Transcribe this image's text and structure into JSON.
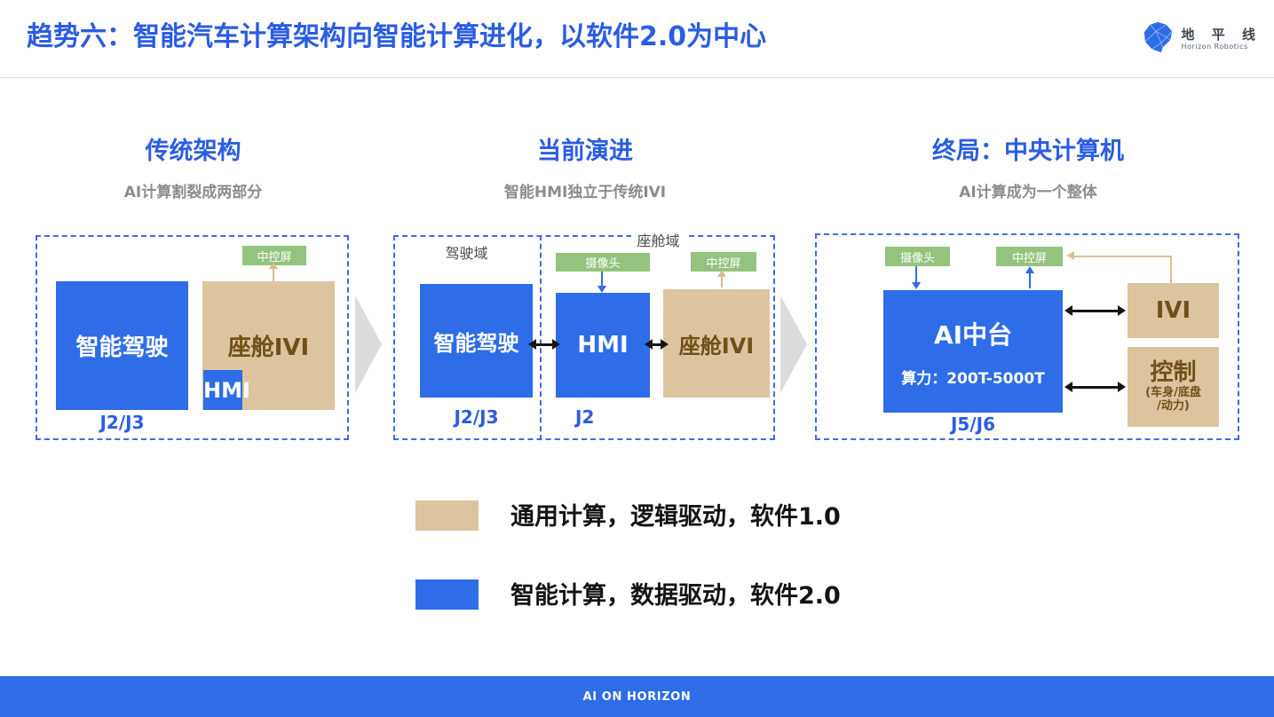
{
  "slide": {
    "title": "趋势六：智能汽车计算架构向智能计算进化，以软件2.0为中心",
    "footer": "AI ON HORIZON"
  },
  "logo": {
    "name_cn": "地 平 线",
    "name_en": "Horizon Robotics"
  },
  "columns": [
    {
      "title": "传统架构",
      "subtitle": "AI计算割裂成两部分"
    },
    {
      "title": "当前演进",
      "subtitle": "智能HMI独立于传统IVI"
    },
    {
      "title": "终局：中央计算机",
      "subtitle": "AI计算成为一个整体"
    }
  ],
  "panel1": {
    "smart_driving": "智能驾驶",
    "chip": "J2/J3",
    "cockpit_ivi": "座舱IVI",
    "hmi": "HMI",
    "screen_label": "中控屏"
  },
  "panel2": {
    "driving_domain": "驾驶域",
    "cockpit_domain": "座舱域",
    "smart_driving": "智能驾驶",
    "chip_driving": "J2/J3",
    "hmi": "HMI",
    "chip_hmi": "J2",
    "cockpit_ivi": "座舱IVI",
    "camera_label": "摄像头",
    "screen_label": "中控屏"
  },
  "panel3": {
    "camera_label": "摄像头",
    "screen_label": "中控屏",
    "ai_hub": "AI中台",
    "compute_power": "算力：200T-5000T",
    "chip": "J5/J6",
    "ivi": "IVI",
    "control_title": "控制",
    "control_sub1": "(车身/底盘",
    "control_sub2": "/动力)"
  },
  "legend": {
    "items": [
      {
        "swatch": "#DCC49E",
        "label": "通用计算，逻辑驱动，软件1.0"
      },
      {
        "swatch": "#2E6CE8",
        "label": "智能计算，数据驱动，软件2.0"
      }
    ]
  },
  "colors": {
    "accent_blue": "#2E6CE8",
    "title_blue": "#2B5CE4",
    "tan": "#DCC49E",
    "green": "#93C47D"
  }
}
